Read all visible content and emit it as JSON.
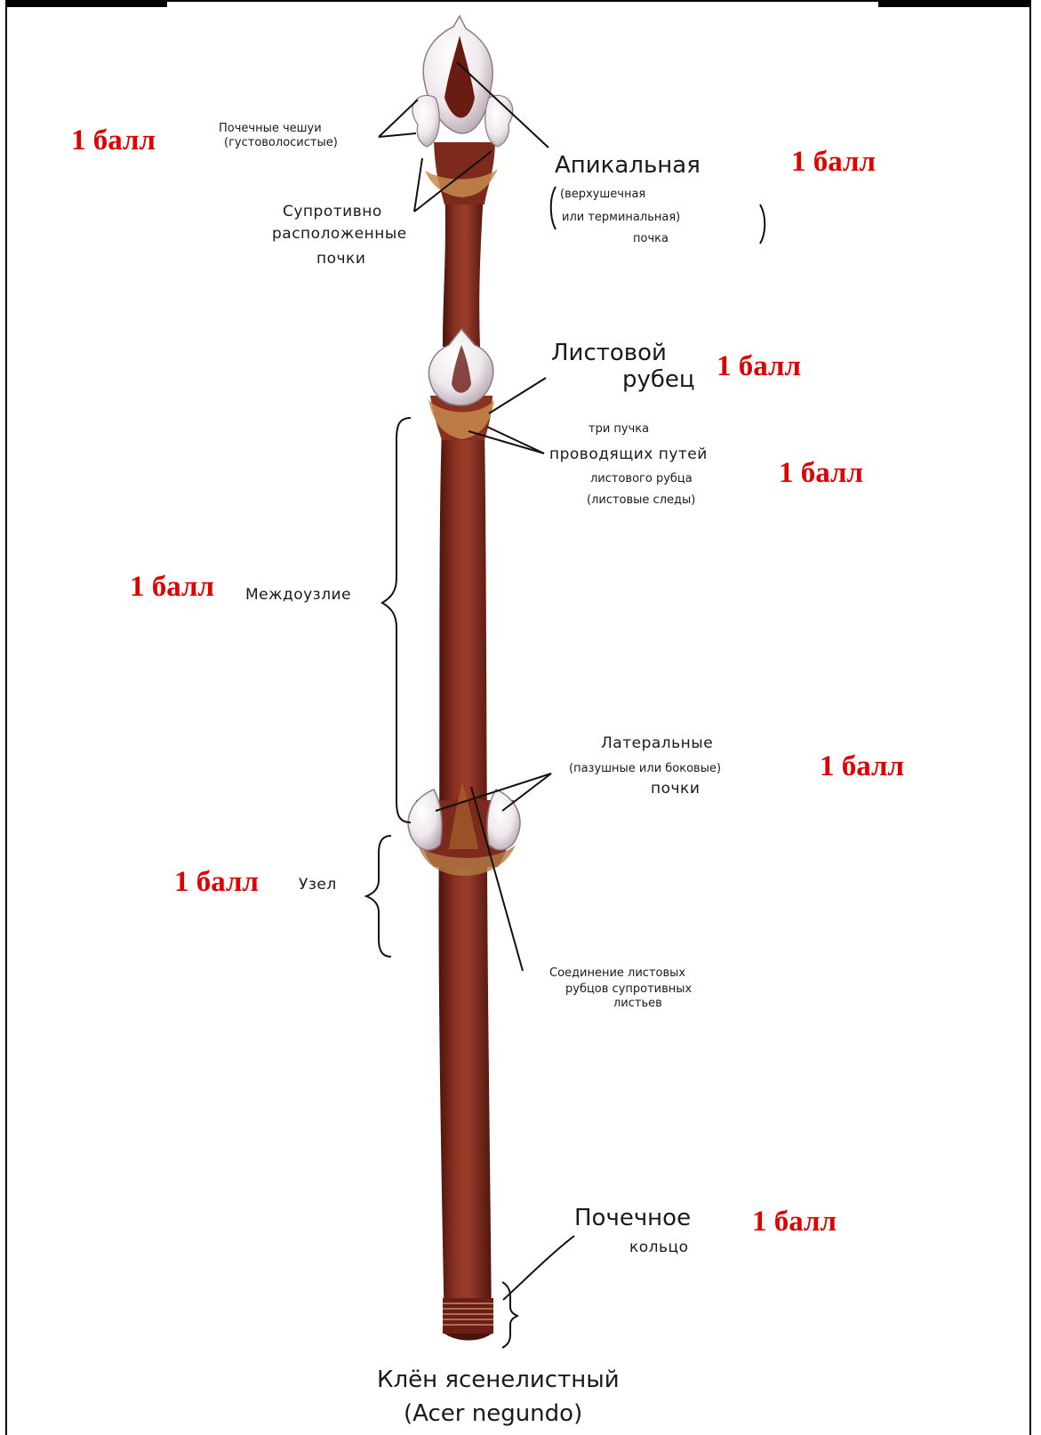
{
  "colors": {
    "score_red": "#e00000",
    "stem_dark": "#5a1a12",
    "stem_mid": "#7d2a1d",
    "stem_light": "#9a3d2a",
    "bud_white": "#f3eef0",
    "bud_shadow": "#c9bcc4",
    "scar_tan": "#c68a4c"
  },
  "labels": {
    "bud_scales_1": "Почечные чешуи",
    "bud_scales_2": "(густоволосистые)",
    "opposite_1": "Супротивно",
    "opposite_2": "расположенные",
    "opposite_3": "почки",
    "apical_1": "Апикальная",
    "apical_2": "(верхушечная",
    "apical_3": "или терминальная)",
    "apical_4": "почка",
    "leaf_scar_1": "Листовой",
    "leaf_scar_2": "рубец",
    "bundles_1": "три пучка",
    "bundles_2": "проводящих путей",
    "bundles_3": "листового рубца",
    "bundles_4": "(листовые следы)",
    "internode": "Междоузлие",
    "lateral_1": "Латеральные",
    "lateral_2": "(пазушные или боковые)",
    "lateral_3": "почки",
    "node": "Узел",
    "junction_1": "Соединение листовых",
    "junction_2": "рубцов супротивных",
    "junction_3": "листьев",
    "bud_ring_1": "Почечное",
    "bud_ring_2": "кольцо",
    "species_1": "Клён ясенелистный",
    "species_2": "(Acer negundo)"
  },
  "scores": {
    "bud_scales": "1 балл",
    "apical": "1 балл",
    "leaf_scar": "1 балл",
    "bundles": "1 балл",
    "internode": "1 балл",
    "lateral": "1 балл",
    "node": "1 балл",
    "bud_ring": "1 балл"
  }
}
